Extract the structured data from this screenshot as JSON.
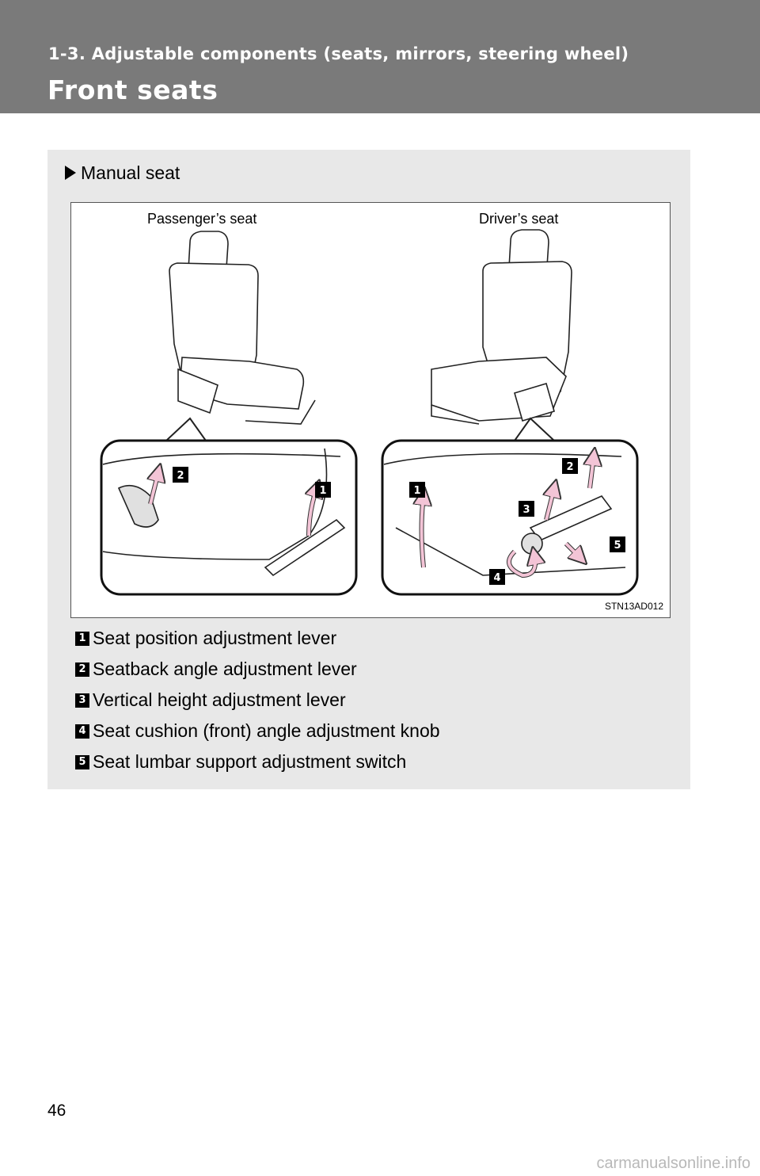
{
  "header": {
    "section": "1-3. Adjustable components (seats, mirrors, steering wheel)",
    "title": "Front seats"
  },
  "subheading": "Manual seat",
  "figure": {
    "left_label": "Passenger’s seat",
    "right_label": "Driver’s seat",
    "code": "STN13AD012",
    "callouts": [
      "1",
      "2",
      "3",
      "4",
      "5"
    ]
  },
  "legend": [
    {
      "num": "1",
      "text": "Seat position adjustment lever"
    },
    {
      "num": "2",
      "text": "Seatback angle adjustment lever"
    },
    {
      "num": "3",
      "text": "Vertical height adjustment lever"
    },
    {
      "num": "4",
      "text": "Seat cushion (front) angle adjustment knob"
    },
    {
      "num": "5",
      "text": "Seat lumbar support adjustment switch"
    }
  ],
  "page_number": "46",
  "watermark": "carmanualsonline.info",
  "colors": {
    "header_bg": "#7a7a7a",
    "panel_bg": "#e8e8e8",
    "arrow_pink": "#f3c4d6"
  }
}
